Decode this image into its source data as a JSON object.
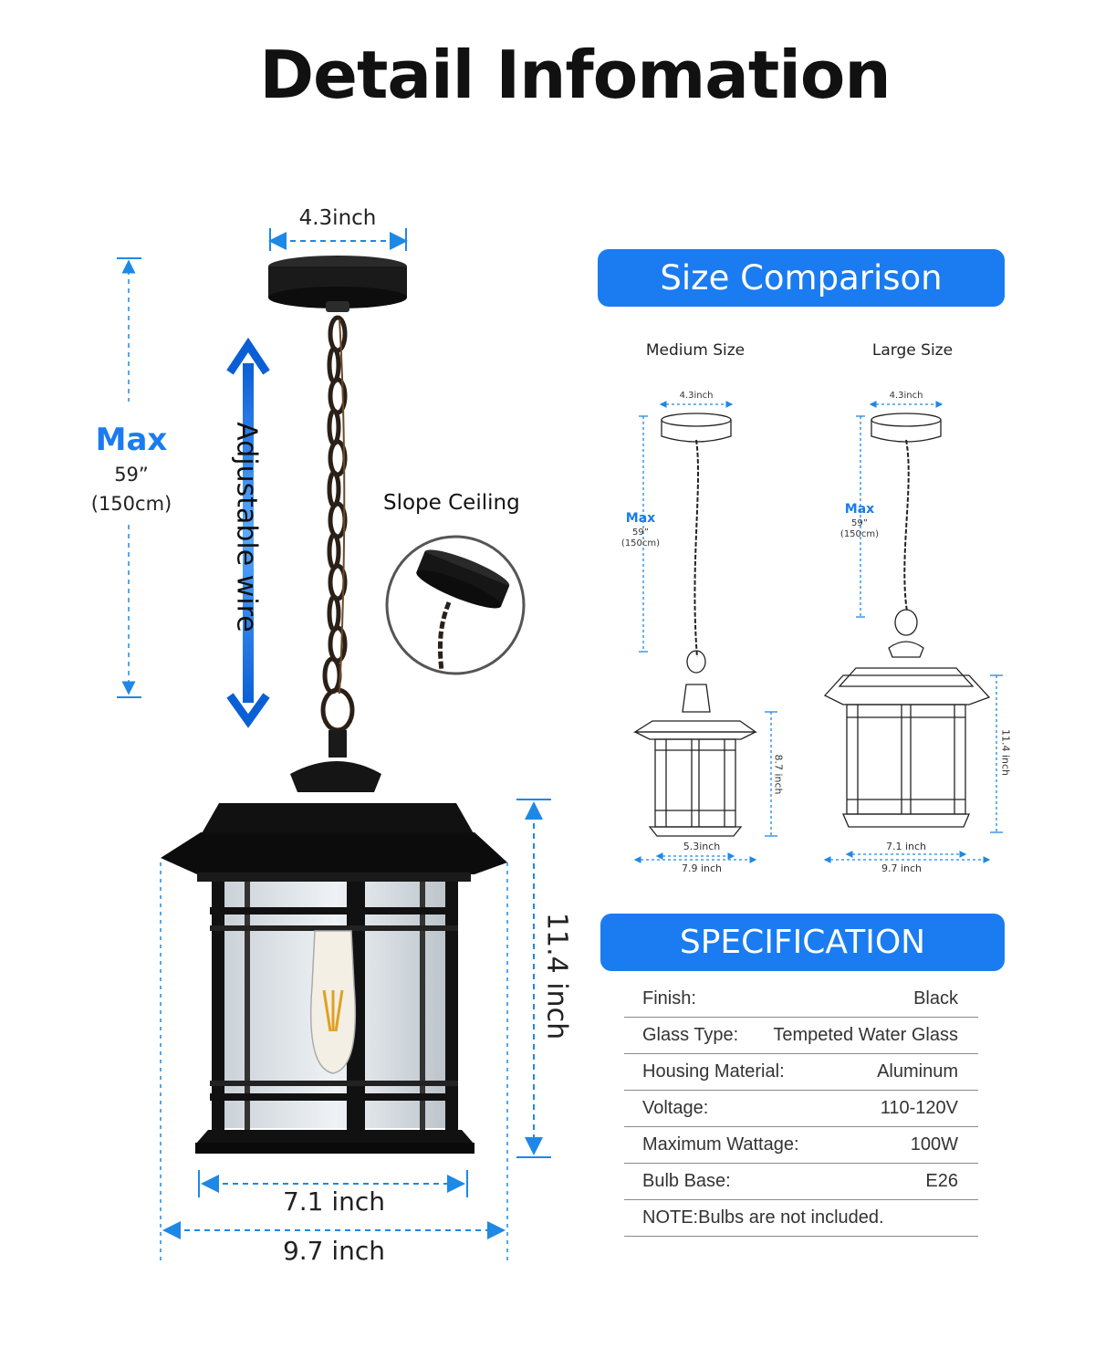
{
  "title": "Detail Infomation",
  "main": {
    "canopy_width": "4.3inch",
    "max_label": "Max",
    "max_value_in": "59”",
    "max_value_cm": "(150cm)",
    "adjustable_label": "Adjustable wire",
    "slope_label": "Slope Ceiling",
    "height_label": "11.4 inch",
    "inner_width": "7.1 inch",
    "outer_width": "9.7 inch"
  },
  "comparison": {
    "banner": "Size Comparison",
    "medium": {
      "name": "Medium Size",
      "canopy": "4.3inch",
      "max_label": "Max",
      "max_in": "59”",
      "max_cm": "(150cm)",
      "height": "8.7 inch",
      "inner_width": "5.3inch",
      "outer_width": "7.9 inch"
    },
    "large": {
      "name": "Large Size",
      "canopy": "4.3inch",
      "max_label": "Max",
      "max_in": "59”",
      "max_cm": "(150cm)",
      "height": "11.4 inch",
      "inner_width": "7.1 inch",
      "outer_width": "9.7 inch"
    }
  },
  "specification": {
    "banner": "SPECIFICATION",
    "rows": [
      {
        "label": "Finish:",
        "value": "Black"
      },
      {
        "label": "Glass Type:",
        "value": "Tempeted Water Glass"
      },
      {
        "label": "Housing Material:",
        "value": "Aluminum"
      },
      {
        "label": "Voltage:",
        "value": "110-120V"
      },
      {
        "label": "Maximum Wattage:",
        "value": "100W"
      },
      {
        "label": "Bulb Base:",
        "value": "E26"
      }
    ],
    "note": "NOTE:Bulbs are not included."
  },
  "colors": {
    "accent": "#1a7cf0",
    "dim_line": "#1e88e5",
    "fixture": "#1a1a1a"
  }
}
